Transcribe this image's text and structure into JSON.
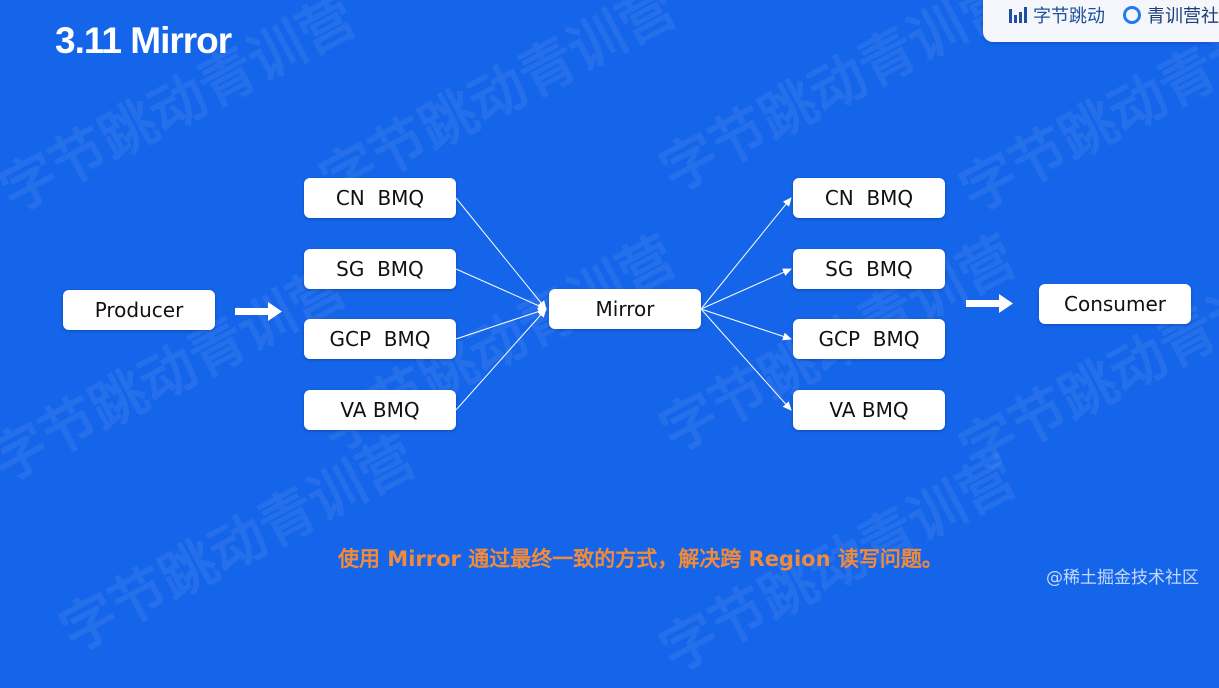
{
  "slide": {
    "title": "3.11 Mirror",
    "caption": "使用 Mirror 通过最终一致的方式，解决跨 Region 读写问题。",
    "credit": "@稀土掘金技术社区"
  },
  "branding": {
    "bytedance": "字节跳动",
    "camp": "青训营社区"
  },
  "watermark_text": "字节跳动青训营",
  "diagram": {
    "producer": "Producer",
    "mirror": "Mirror",
    "consumer": "Consumer",
    "source_queues": [
      "CN  BMQ",
      "SG  BMQ",
      "GCP  BMQ",
      "VA BMQ"
    ],
    "target_queues": [
      "CN  BMQ",
      "SG  BMQ",
      "GCP  BMQ",
      "VA BMQ"
    ]
  },
  "colors": {
    "background": "#1565ea",
    "node": "#ffffff",
    "caption": "#f08a3c"
  }
}
